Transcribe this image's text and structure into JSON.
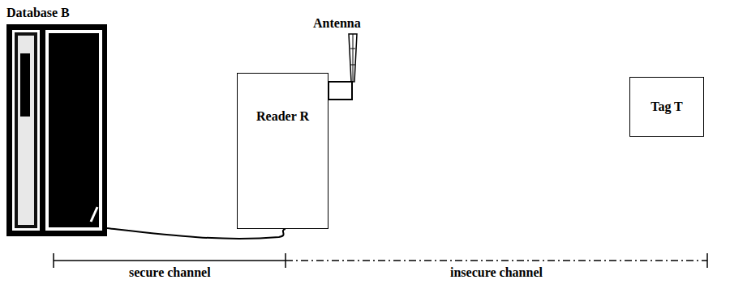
{
  "diagram": {
    "nodes": [
      {
        "text": [
          "Database B"
        ]
      },
      {
        "text": [
          "Reader R"
        ]
      },
      {
        "text": [
          "Tag T"
        ]
      }
    ],
    "edges": [
      {
        "from": 0,
        "to": 1,
        "arrow": "none"
      }
    ],
    "labels": [
      "Antenna",
      "secure channel",
      "insecure channel"
    ]
  }
}
